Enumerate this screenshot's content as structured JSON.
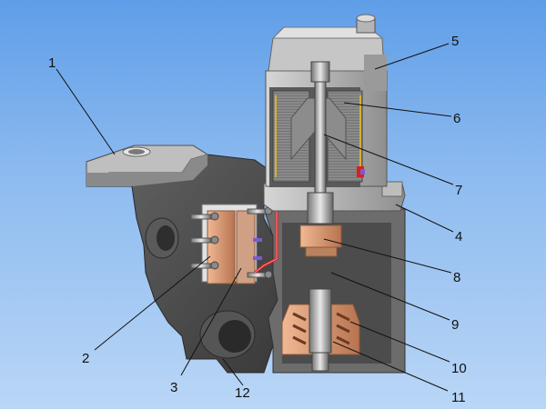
{
  "colors": {
    "background_top": "#5f9ee8",
    "background_bottom": "#b9d6f6",
    "body_dark": "#4a4a4a",
    "body_light": "#a8a8a8",
    "copper": "#d89a74",
    "steel": "#c9c9c9",
    "wire": "#d82020"
  },
  "callouts": [
    {
      "id": 1,
      "label": "1"
    },
    {
      "id": 2,
      "label": "2"
    },
    {
      "id": 3,
      "label": "3"
    },
    {
      "id": 4,
      "label": "4"
    },
    {
      "id": 5,
      "label": "5"
    },
    {
      "id": 6,
      "label": "6"
    },
    {
      "id": 7,
      "label": "7"
    },
    {
      "id": 8,
      "label": "8"
    },
    {
      "id": 9,
      "label": "9"
    },
    {
      "id": 10,
      "label": "10"
    },
    {
      "id": 11,
      "label": "11"
    },
    {
      "id": 12,
      "label": "12"
    }
  ]
}
